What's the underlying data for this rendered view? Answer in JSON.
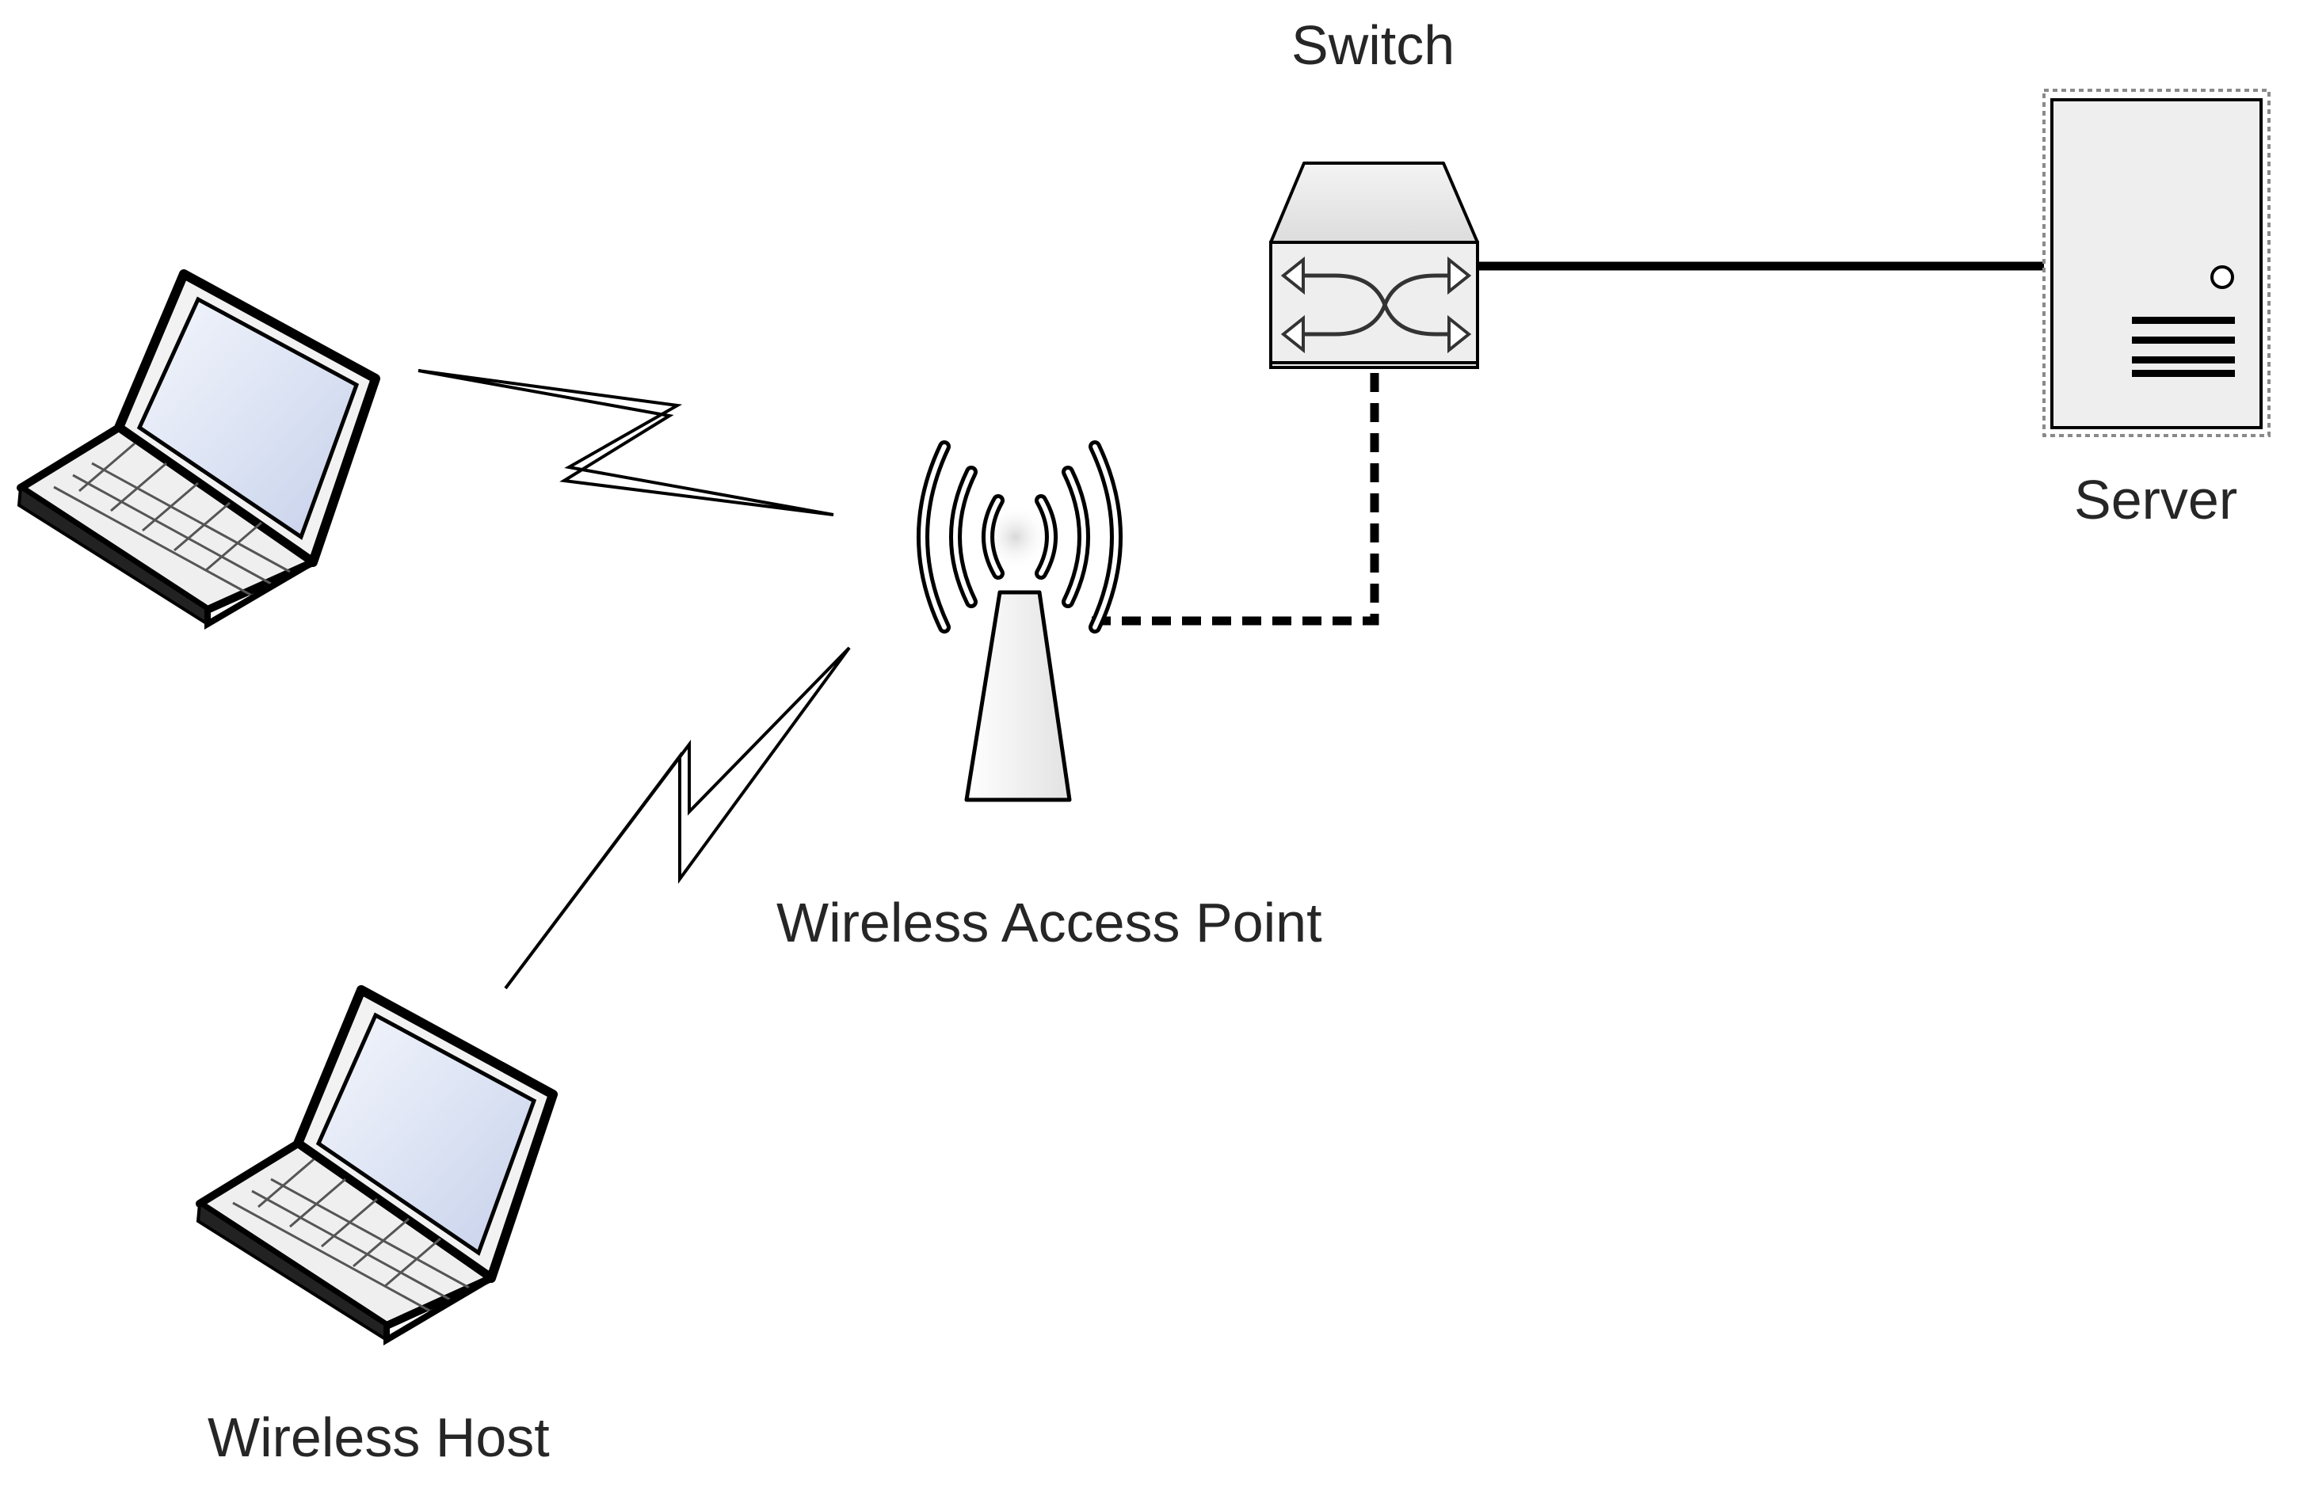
{
  "labels": {
    "switch": "Switch",
    "server": "Server",
    "access_point": "Wireless Access Point",
    "wireless_host": "Wireless Host"
  },
  "colors": {
    "background": "#ffffff",
    "stroke": "#000000",
    "device_fill": "#eeeeee",
    "screen_fill": "#dde4f4",
    "label_text": "#262626"
  },
  "nodes": [
    {
      "id": "laptop-1",
      "kind": "laptop",
      "icon": "laptop-icon"
    },
    {
      "id": "laptop-2",
      "kind": "laptop",
      "icon": "laptop-icon",
      "label": "Wireless Host"
    },
    {
      "id": "access-point",
      "kind": "wireless access point",
      "icon": "antenna-tower-icon",
      "label": "Wireless Access Point"
    },
    {
      "id": "switch",
      "kind": "switch",
      "icon": "switch-icon",
      "label": "Switch"
    },
    {
      "id": "server",
      "kind": "server",
      "icon": "server-tower-icon",
      "label": "Server"
    }
  ],
  "links": [
    {
      "from": "laptop-1",
      "to": "access-point",
      "style": "wireless (lightning bolt)"
    },
    {
      "from": "laptop-2",
      "to": "access-point",
      "style": "wireless (lightning bolt)"
    },
    {
      "from": "access-point",
      "to": "switch",
      "style": "dashed"
    },
    {
      "from": "switch",
      "to": "server",
      "style": "solid"
    }
  ]
}
